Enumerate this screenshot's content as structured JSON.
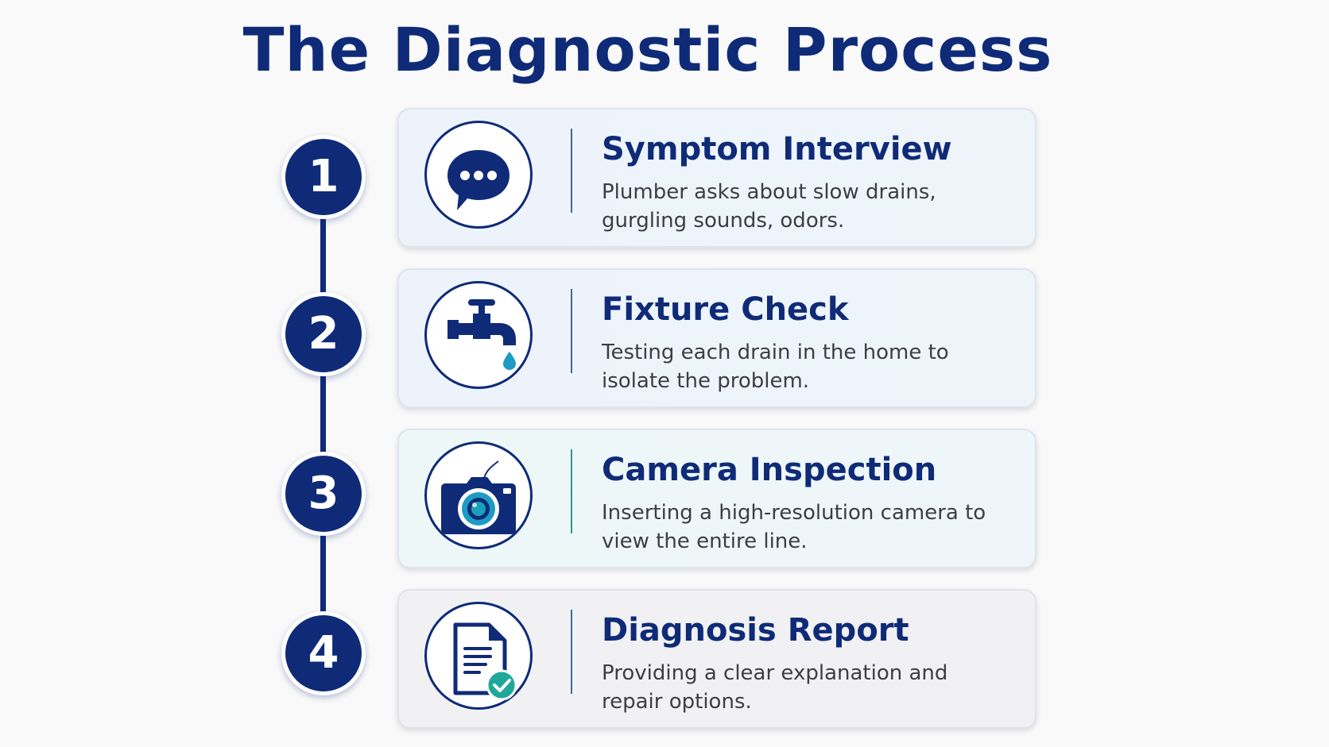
{
  "title": "The Diagnostic Process",
  "steps": [
    {
      "number": "1",
      "title": "Symptom Interview",
      "description": "Plumber asks about slow drains, gurgling sounds, odors.",
      "icon": "chat-bubble-icon"
    },
    {
      "number": "2",
      "title": "Fixture Check",
      "description": "Testing each drain in the home to isolate the problem.",
      "icon": "faucet-icon"
    },
    {
      "number": "3",
      "title": "Camera Inspection",
      "description": "Inserting a high-resolution camera to view the entire line.",
      "icon": "camera-icon"
    },
    {
      "number": "4",
      "title": "Diagnosis Report",
      "description": "Providing a clear explanation and repair options.",
      "icon": "document-check-icon"
    }
  ],
  "colors": {
    "primary": "#0f2b78",
    "accent": "#1d9bc4",
    "check": "#1fa89a",
    "background": "#f9f9fa"
  }
}
